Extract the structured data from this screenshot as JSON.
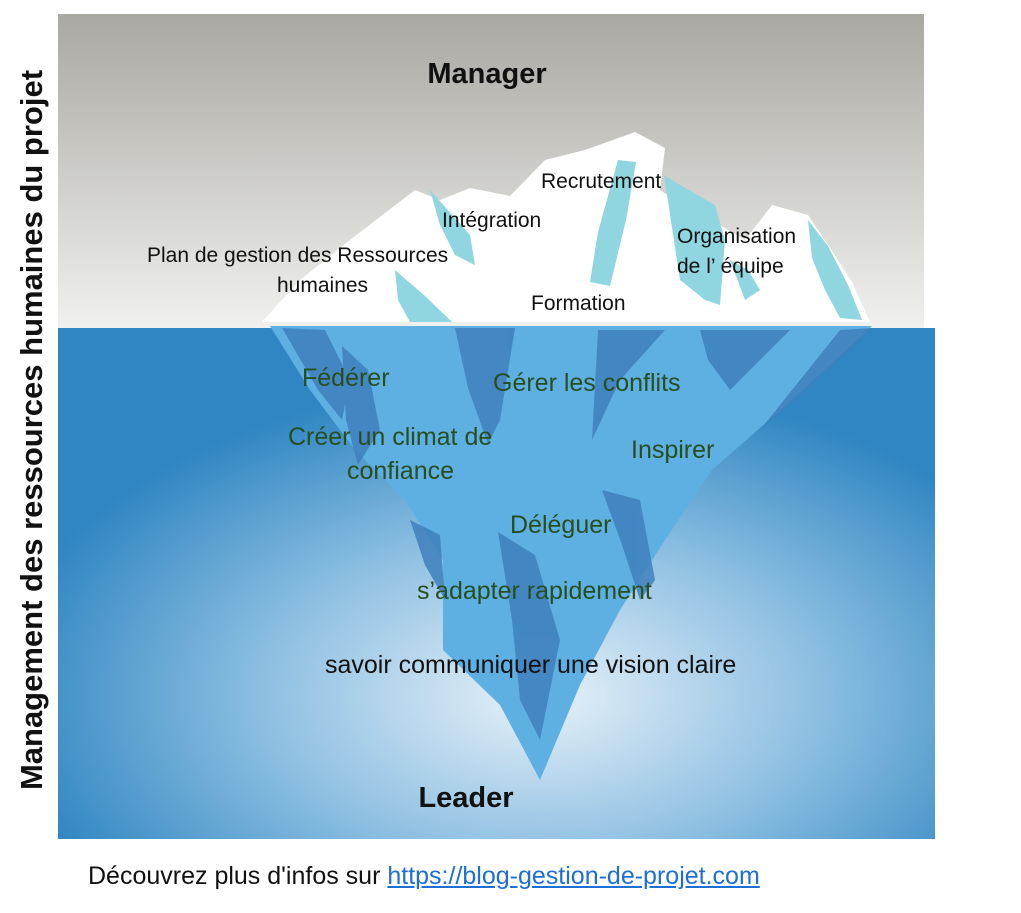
{
  "side_label": "Management des ressources humaines du projet",
  "top_heading": "Manager",
  "bottom_heading": "Leader",
  "above_water": {
    "plan_line1": "Plan de gestion des Ressources",
    "plan_line2": "humaines",
    "integration": "Intégration",
    "recrutement": "Recrutement",
    "organisation_line1": "Organisation",
    "organisation_line2": "de l’ équipe",
    "formation": "Formation"
  },
  "below_water": {
    "federer": "Fédérer",
    "gerer": "Gérer les conflits",
    "climat_line1": "Créer un climat de",
    "climat_line2": "confiance",
    "inspirer": "Inspirer",
    "deleguer": "Déléguer",
    "adapter": "s’adapter rapidement",
    "vision": "savoir communiquer une vision claire"
  },
  "footer": {
    "prefix": "Découvrez plus d'infos sur ",
    "link": "https://blog-gestion-de-projet.com"
  },
  "colors": {
    "sky_top": "#a9a8a2",
    "sky_bottom": "#f0f0ee",
    "sea_light": "#e6f1f8",
    "sea_dark": "#2f86c2",
    "iceberg_under": "#5eb0e3",
    "iceberg_shadow": "#3f80bd",
    "iceberg_tip_shadow": "#8fd6e0",
    "below_text": "#274e1f"
  }
}
